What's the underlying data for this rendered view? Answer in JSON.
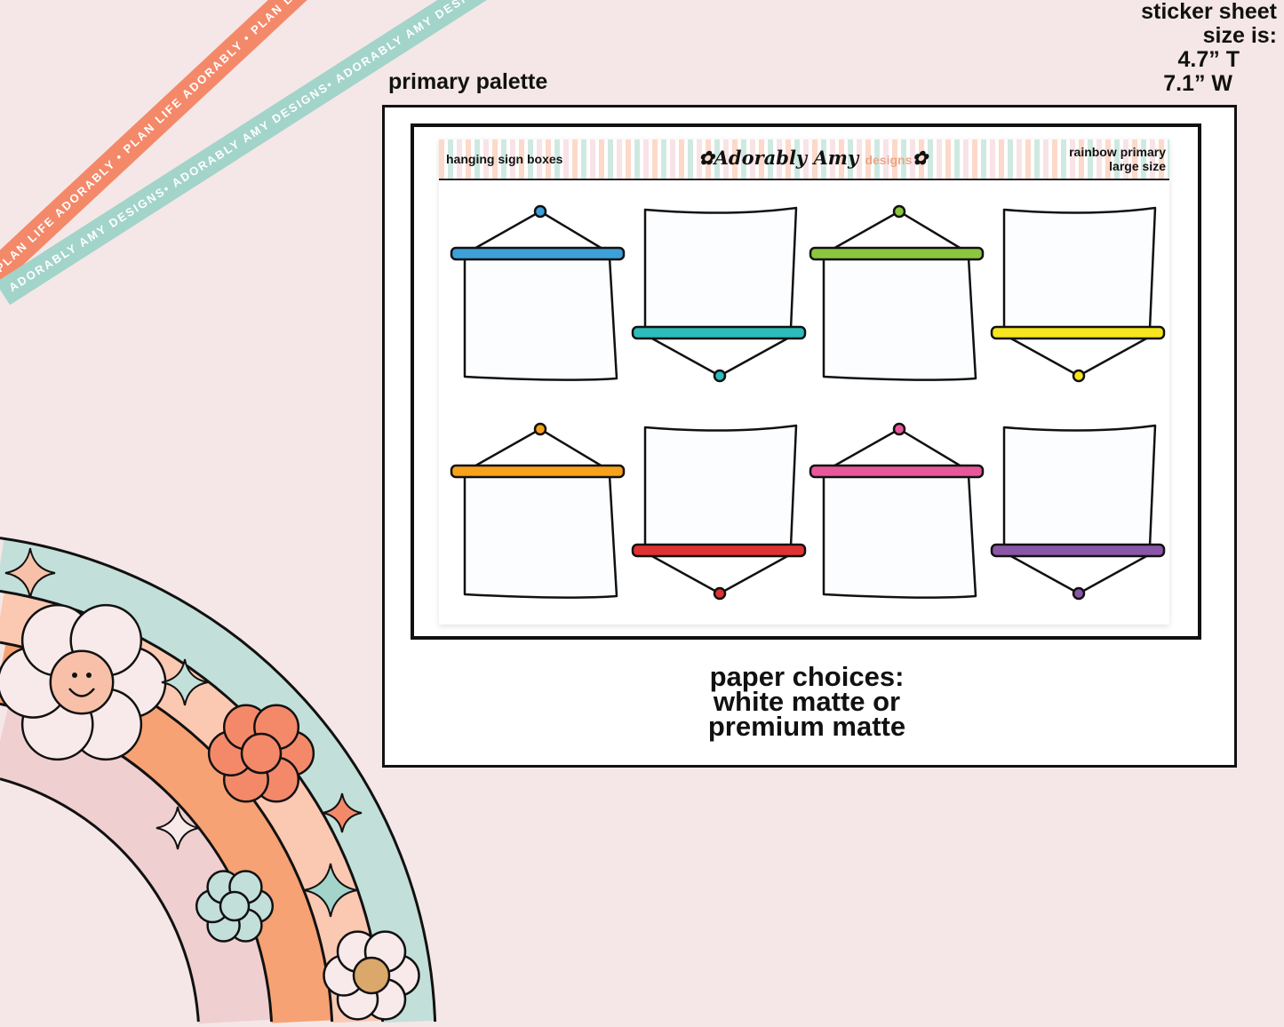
{
  "ribbons": {
    "orange": "PLAN LIFE ADORABLY • PLAN LIFE ADORABLY • PLAN LIFE ADORABLY •",
    "teal": "ADORABLY AMY DESIGNS• ADORABLY AMY DESIGNS• ADORABLY AMY DESIGNS•"
  },
  "size_note": {
    "line1": "sticker sheet",
    "line2": "size is:",
    "line3": "4.7” T",
    "line4": "7.1” W"
  },
  "palette_label": "primary palette",
  "sheet": {
    "title": "hanging sign boxes",
    "logo": "Adorably Amy",
    "logo_suffix": "designs",
    "theme_line1": "rainbow primary",
    "theme_line2": "large size"
  },
  "stickers": [
    {
      "style": "hang-top",
      "color": "#3ea0d9"
    },
    {
      "style": "hang-bottom",
      "color": "#2cbcbc"
    },
    {
      "style": "hang-top",
      "color": "#8cc63f"
    },
    {
      "style": "hang-bottom",
      "color": "#f6e51f"
    },
    {
      "style": "hang-top",
      "color": "#f7a21b"
    },
    {
      "style": "hang-bottom",
      "color": "#e03232"
    },
    {
      "style": "hang-top",
      "color": "#e8579b"
    },
    {
      "style": "hang-bottom",
      "color": "#8a56a8"
    }
  ],
  "paper": {
    "line1": "paper choices:",
    "line2": "white matte or",
    "line3": "premium matte"
  },
  "colors": {
    "background": "#f5e7e7",
    "teal": "#c3dfd9",
    "peach": "#fbc8b2",
    "orange": "#f6a274",
    "pink": "#efcfd0",
    "coral": "#f4896a"
  }
}
